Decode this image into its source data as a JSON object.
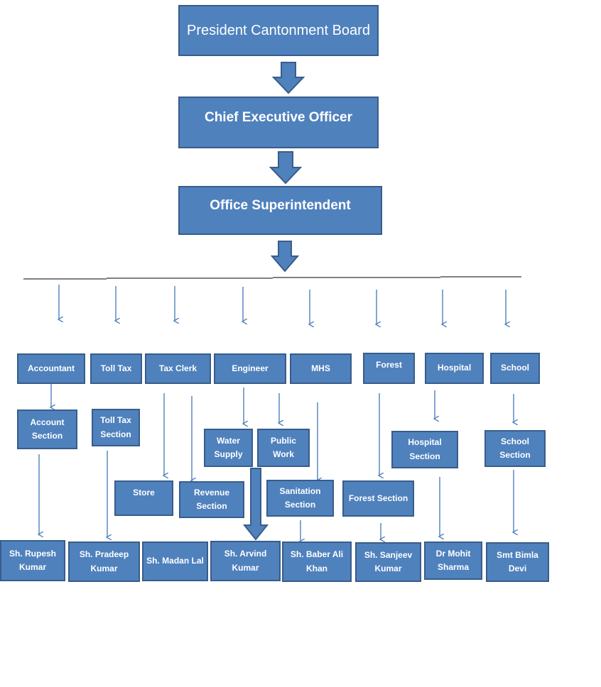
{
  "colors": {
    "box_fill": "#4f81bd",
    "box_border": "#385d8a",
    "text": "#ffffff",
    "line": "#000000"
  },
  "top": {
    "president": "President Cantonment Board",
    "ceo": "Chief Executive Officer",
    "superintendent": "Office Superintendent"
  },
  "departments": {
    "accountant": "Accountant",
    "toll_tax": "Toll Tax",
    "tax_clerk": "Tax Clerk",
    "engineer": "Engineer",
    "mhs": "MHS",
    "forest": "Forest",
    "hospital": "Hospital",
    "school": "School"
  },
  "sections": {
    "account_section": "Account Section",
    "toll_tax_section": "Toll Tax Section",
    "water_supply": "Water Supply",
    "public_work": "Public Work",
    "hospital_section": "Hospital Section",
    "school_section": "School Section",
    "store": "Store",
    "revenue_section": "Revenue Section",
    "sanitation_section": "Sanitation Section",
    "forest_section": "Forest Section"
  },
  "staff": {
    "rupesh": "Sh. Rupesh Kumar",
    "pradeep": "Sh. Pradeep Kumar",
    "madan": "Sh. Madan Lal",
    "arvind": "Sh. Arvind Kumar",
    "baber": "Sh. Baber Ali Khan",
    "sanjeev": "Sh. Sanjeev Kumar",
    "mohit": "Dr Mohit Sharma",
    "bimla": "Smt Bimla Devi"
  }
}
